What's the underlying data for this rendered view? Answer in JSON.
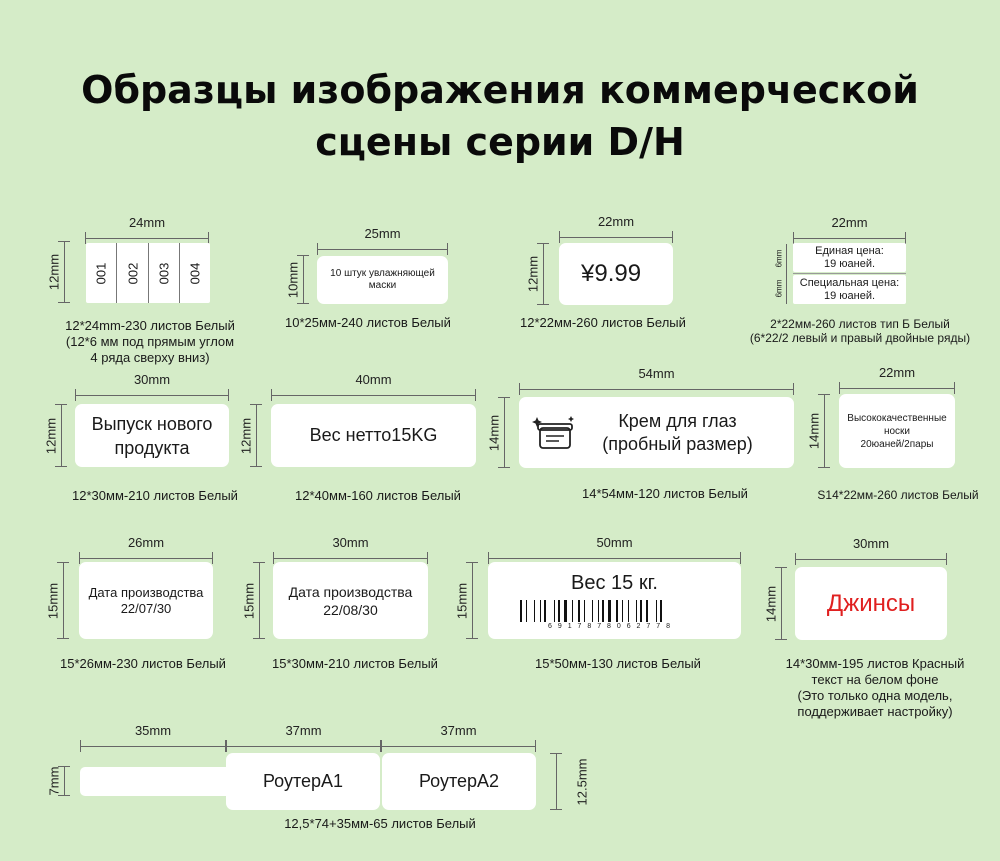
{
  "title": {
    "line1": "Образцы изображения коммерческой",
    "line2": "сцены серии D/H"
  },
  "items": [
    {
      "w": "24mm",
      "h": "12mm",
      "cells": [
        "001",
        "002",
        "003",
        "004"
      ],
      "caption": [
        "12*24mm-230 листов Белый",
        "(12*6 мм под прямым углом",
        "4 ряда сверху вниз)"
      ]
    },
    {
      "w": "25mm",
      "h": "10mm",
      "text": "10 штук увлажняющей маски",
      "caption": [
        "10*25мм-240 листов Белый"
      ]
    },
    {
      "w": "22mm",
      "h": "12mm",
      "text": "¥9.99",
      "caption": [
        "12*22мм-260 листов Белый"
      ]
    },
    {
      "w": "22mm",
      "h_top": "6mm",
      "h_bottom": "6mm",
      "text_top_1": "Единая цена:",
      "text_top_2": "19 юаней.",
      "text_bottom_1": "Специальная цена:",
      "text_bottom_2": "19 юаней.",
      "caption": [
        "2*22мм-260 листов тип Б Белый",
        "(6*22/2 левый и правый двойные ряды)"
      ]
    },
    {
      "w": "30mm",
      "h": "12mm",
      "text_1": "Выпуск нового",
      "text_2": "продукта",
      "caption": [
        "12*30мм-210 листов Белый"
      ]
    },
    {
      "w": "40mm",
      "h": "12mm",
      "text": "Вес нетто15KG",
      "caption": [
        "12*40мм-160 листов Белый"
      ]
    },
    {
      "w": "54mm",
      "h": "14mm",
      "text_1": "Крем для глаз",
      "text_2": "(пробный размер)",
      "caption": [
        "14*54мм-120 листов Белый"
      ]
    },
    {
      "w": "22mm",
      "h": "14mm",
      "text_1": "Высококачественные",
      "text_2": "носки",
      "text_3": "20юаней/2пары",
      "caption": [
        "S14*22мм-260 листов Белый"
      ]
    },
    {
      "w": "26mm",
      "h": "15mm",
      "text_1": "Дата производства",
      "text_2": "22/07/30",
      "caption": [
        "15*26мм-230 листов Белый"
      ]
    },
    {
      "w": "30mm",
      "h": "15mm",
      "text_1": "Дата производства",
      "text_2": "22/08/30",
      "caption": [
        "15*30мм-210 листов Белый"
      ]
    },
    {
      "w": "50mm",
      "h": "15mm",
      "text": "Вес 15 кг.",
      "barcode_digits": "6 9 1 7 8 7 8 0 6 2 7 7 8",
      "caption": [
        "15*50мм-130 листов Белый"
      ]
    },
    {
      "w": "30mm",
      "h": "14mm",
      "text": "Джинсы",
      "text_color": "#e02020",
      "caption": [
        "14*30мм-195 листов Красный",
        "текст на белом фоне",
        "(Это только одна модель,",
        "поддерживает настройку)"
      ]
    },
    {
      "w_tail": "35mm",
      "w_a": "37mm",
      "w_b": "37mm",
      "h_tail": "7mm",
      "h": "12.5mm",
      "text_a": "РоутерA1",
      "text_b": "РоутерA2",
      "caption": [
        "12,5*74+35мм-65 листов Белый"
      ]
    }
  ],
  "colors": {
    "background": "#d5ecc8",
    "label": "#ffffff",
    "accent_red": "#e02020"
  }
}
